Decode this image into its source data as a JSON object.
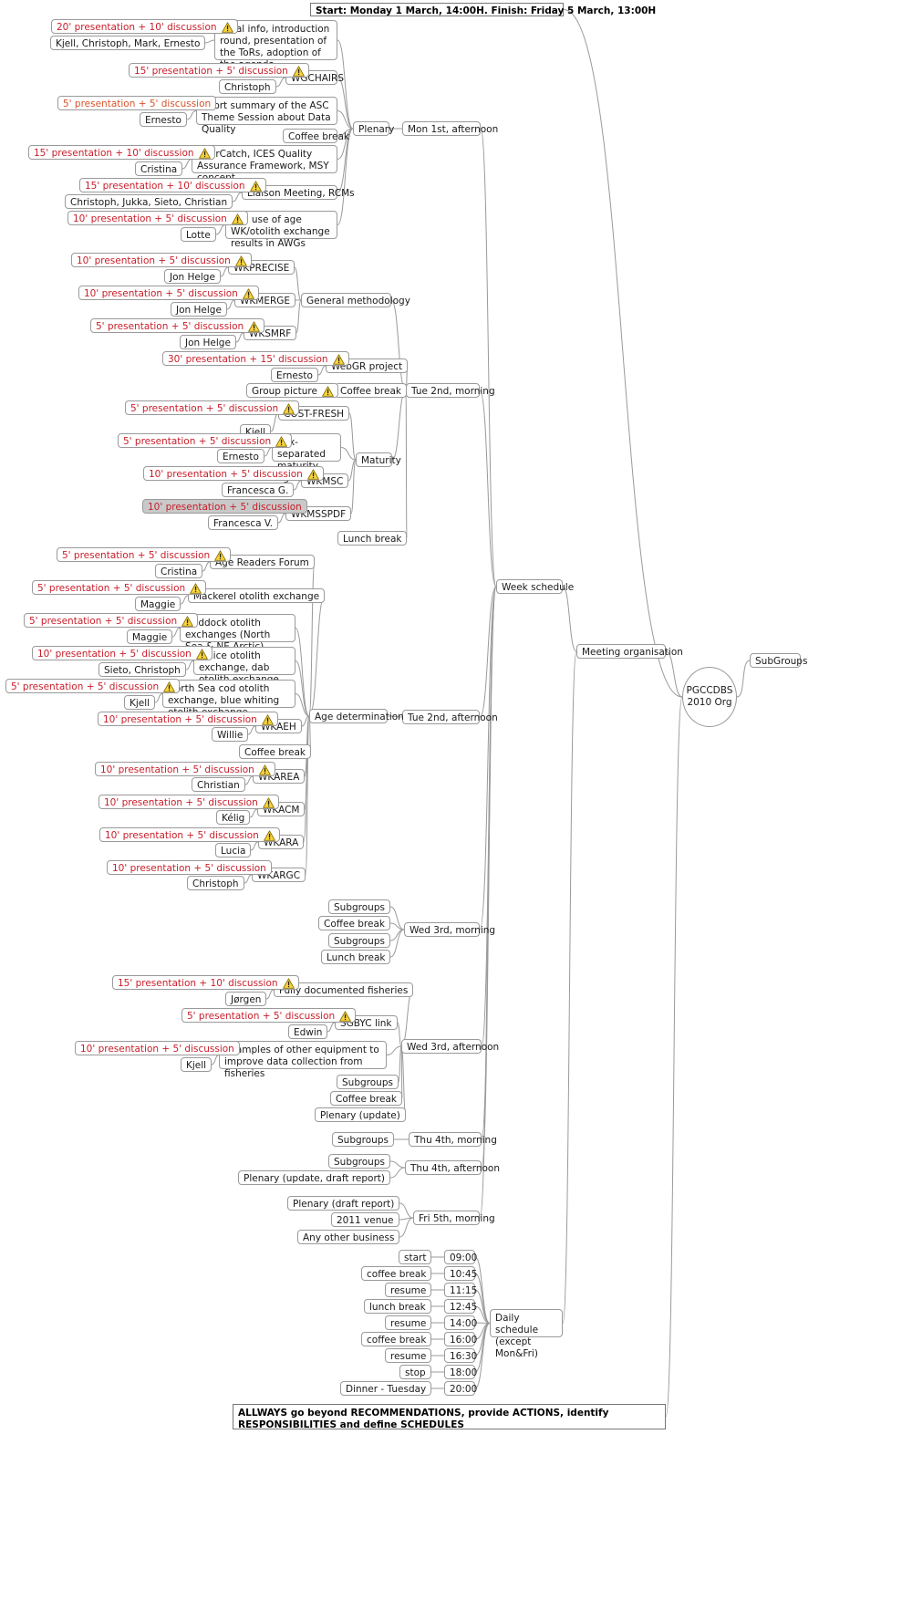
{
  "header": {
    "title": "Start: Monday 1 March, 14:00H. Finish: Friday 5 March, 13:00H"
  },
  "root": {
    "label": "PGCCDBS 2010 Org"
  },
  "subgroups": {
    "label": "SubGroups"
  },
  "meeting_organisation": {
    "label": "Meeting organisation"
  },
  "week_schedule": {
    "label": "Week schedule"
  },
  "footer_note": {
    "text": "ALLWAYS go beyond RECOMMENDATIONS, provide ACTIONS, identify RESPONSIBILITIES and define SCHEDULES"
  },
  "icons": {
    "warning": "warning-icon"
  },
  "colors": {
    "presentation_text": "#c81e2a",
    "orange_text": "#d8532c",
    "highlight_bg": "#c9c9c9",
    "connector": "#9a9a9a"
  },
  "mon_afternoon": {
    "label": "Mon 1st, afternoon",
    "plenary": "Plenary",
    "items": [
      {
        "topic": "Local info, introduction round, presentation of the ToRs, adoption of the agenda",
        "time": "20' presentation + 10' discussion",
        "people": "Kjell, Christoph, Mark, Ernesto"
      },
      {
        "topic": "WGCHAIRS",
        "time": "15' presentation + 5' discussion",
        "people": "Christoph"
      },
      {
        "topic": "Short summary of the ASC Theme Session about Data Quality",
        "time": "5' presentation + 5' discussion",
        "people": "Ernesto"
      },
      {
        "topic": "Coffee break"
      },
      {
        "topic": "InterCatch, ICES Quality Assurance Framework, MSY concept",
        "time": "15' presentation + 10' discussion",
        "people": "Cristina"
      },
      {
        "topic": "Liaison Meeting, RCMs",
        "time": "15' presentation + 10' discussion",
        "people": "Christoph, Jukka, Sieto, Christian"
      },
      {
        "topic": "The use of age WK/otolith exchange results in AWGs",
        "time": "10' presentation + 5' discussion",
        "people": "Lotte"
      }
    ]
  },
  "tue_morning": {
    "label": "Tue 2nd, morning",
    "general_methodology": "General methodology",
    "gm_items": [
      {
        "topic": "WKPRECISE",
        "time": "10' presentation + 5' discussion",
        "people": "Jon Helge"
      },
      {
        "topic": "WKMERGE",
        "time": "10' presentation + 5' discussion",
        "people": "Jon Helge"
      },
      {
        "topic": "WKSMRF",
        "time": "5' presentation + 5' discussion",
        "people": "Jon Helge"
      }
    ],
    "webgr": {
      "topic": "WebGR project",
      "time": "30' presentation + 15' discussion",
      "people": "Ernesto"
    },
    "coffee": "Coffee break",
    "group_picture": "Group picture",
    "maturity": "Maturity",
    "mat_items": [
      {
        "topic": "COST-FRESH",
        "time": "5' presentation + 5' discussion",
        "people": "Kjell"
      },
      {
        "topic": "Sex-separated maturity ogives",
        "time": "5' presentation + 5' discussion",
        "people": "Ernesto"
      },
      {
        "topic": "WKMSC",
        "time": "10' presentation + 5' discussion",
        "people": "Francesca G."
      },
      {
        "topic": "WKMSSPDF",
        "time": "10' presentation + 5' discussion",
        "people": "Francesca V."
      }
    ],
    "lunch": "Lunch break"
  },
  "tue_afternoon": {
    "label": "Tue 2nd, afternoon",
    "age_determination": "Age determination",
    "items": [
      {
        "topic": "Age Readers Forum",
        "time": "5' presentation + 5' discussion",
        "people": "Cristina"
      },
      {
        "topic": "Mackerel otolith exchange",
        "time": "5' presentation + 5' discussion",
        "people": "Maggie"
      },
      {
        "topic": "Haddock otolith exchanges (North Sea & NE Arctic)",
        "time": "5' presentation + 5' discussion",
        "people": "Maggie"
      },
      {
        "topic": "Plaice otolith exchange, dab otolith exchange",
        "time": "10' presentation + 5' discussion",
        "people": "Sieto, Christoph"
      },
      {
        "topic": "North Sea cod otolith exchange, blue whiting otolith exchange",
        "time": "5' presentation + 5' discussion",
        "people": "Kjell"
      },
      {
        "topic": "WKAEH",
        "time": "10' presentation + 5' discussion",
        "people": "Willie"
      },
      {
        "topic": "Coffee break"
      },
      {
        "topic": "WKAREA",
        "time": "10' presentation + 5' discussion",
        "people": "Christian"
      },
      {
        "topic": "WKACM",
        "time": "10' presentation + 5' discussion",
        "people": "Kélig"
      },
      {
        "topic": "WKARA",
        "time": "10' presentation + 5' discussion",
        "people": "Lucia"
      },
      {
        "topic": "WKARGC",
        "time": "10' presentation + 5' discussion",
        "people": "Christoph"
      }
    ]
  },
  "wed_morning": {
    "label": "Wed 3rd, morning",
    "items": [
      "Subgroups",
      "Coffee break",
      "Subgroups",
      "Lunch break"
    ]
  },
  "wed_afternoon": {
    "label": "Wed 3rd, afternoon",
    "items": [
      {
        "topic": "Fully documented fisheries",
        "time": "15' presentation + 10' discussion",
        "people": "Jørgen"
      },
      {
        "topic": "SGBYC link",
        "time": "5' presentation + 5' discussion",
        "people": "Edwin"
      },
      {
        "topic": "Examples of other equipment to improve data collection from fisheries",
        "time": "10' presentation + 5' discussion",
        "people": "Kjell"
      },
      {
        "topic": "Subgroups"
      },
      {
        "topic": "Coffee break"
      },
      {
        "topic": "Plenary (update)"
      }
    ]
  },
  "thu_morning": {
    "label": "Thu 4th, morning",
    "items": [
      "Subgroups"
    ]
  },
  "thu_afternoon": {
    "label": "Thu 4th, afternoon",
    "items": [
      "Subgroups",
      "Plenary (update, draft report)"
    ]
  },
  "fri_morning": {
    "label": "Fri 5th, morning",
    "items": [
      "Plenary (draft report)",
      "2011 venue",
      "Any other business"
    ]
  },
  "daily_schedule": {
    "label": "Daily schedule (except Mon&Fri)",
    "rows": [
      {
        "time": "09:00",
        "event": "start"
      },
      {
        "time": "10:45",
        "event": "coffee break"
      },
      {
        "time": "11:15",
        "event": "resume"
      },
      {
        "time": "12:45",
        "event": "lunch break"
      },
      {
        "time": "14:00",
        "event": "resume"
      },
      {
        "time": "16:00",
        "event": "coffee break"
      },
      {
        "time": "16:30",
        "event": "resume"
      },
      {
        "time": "18:00",
        "event": "stop"
      },
      {
        "time": "20:00",
        "event": "Dinner - Tuesday"
      }
    ]
  }
}
